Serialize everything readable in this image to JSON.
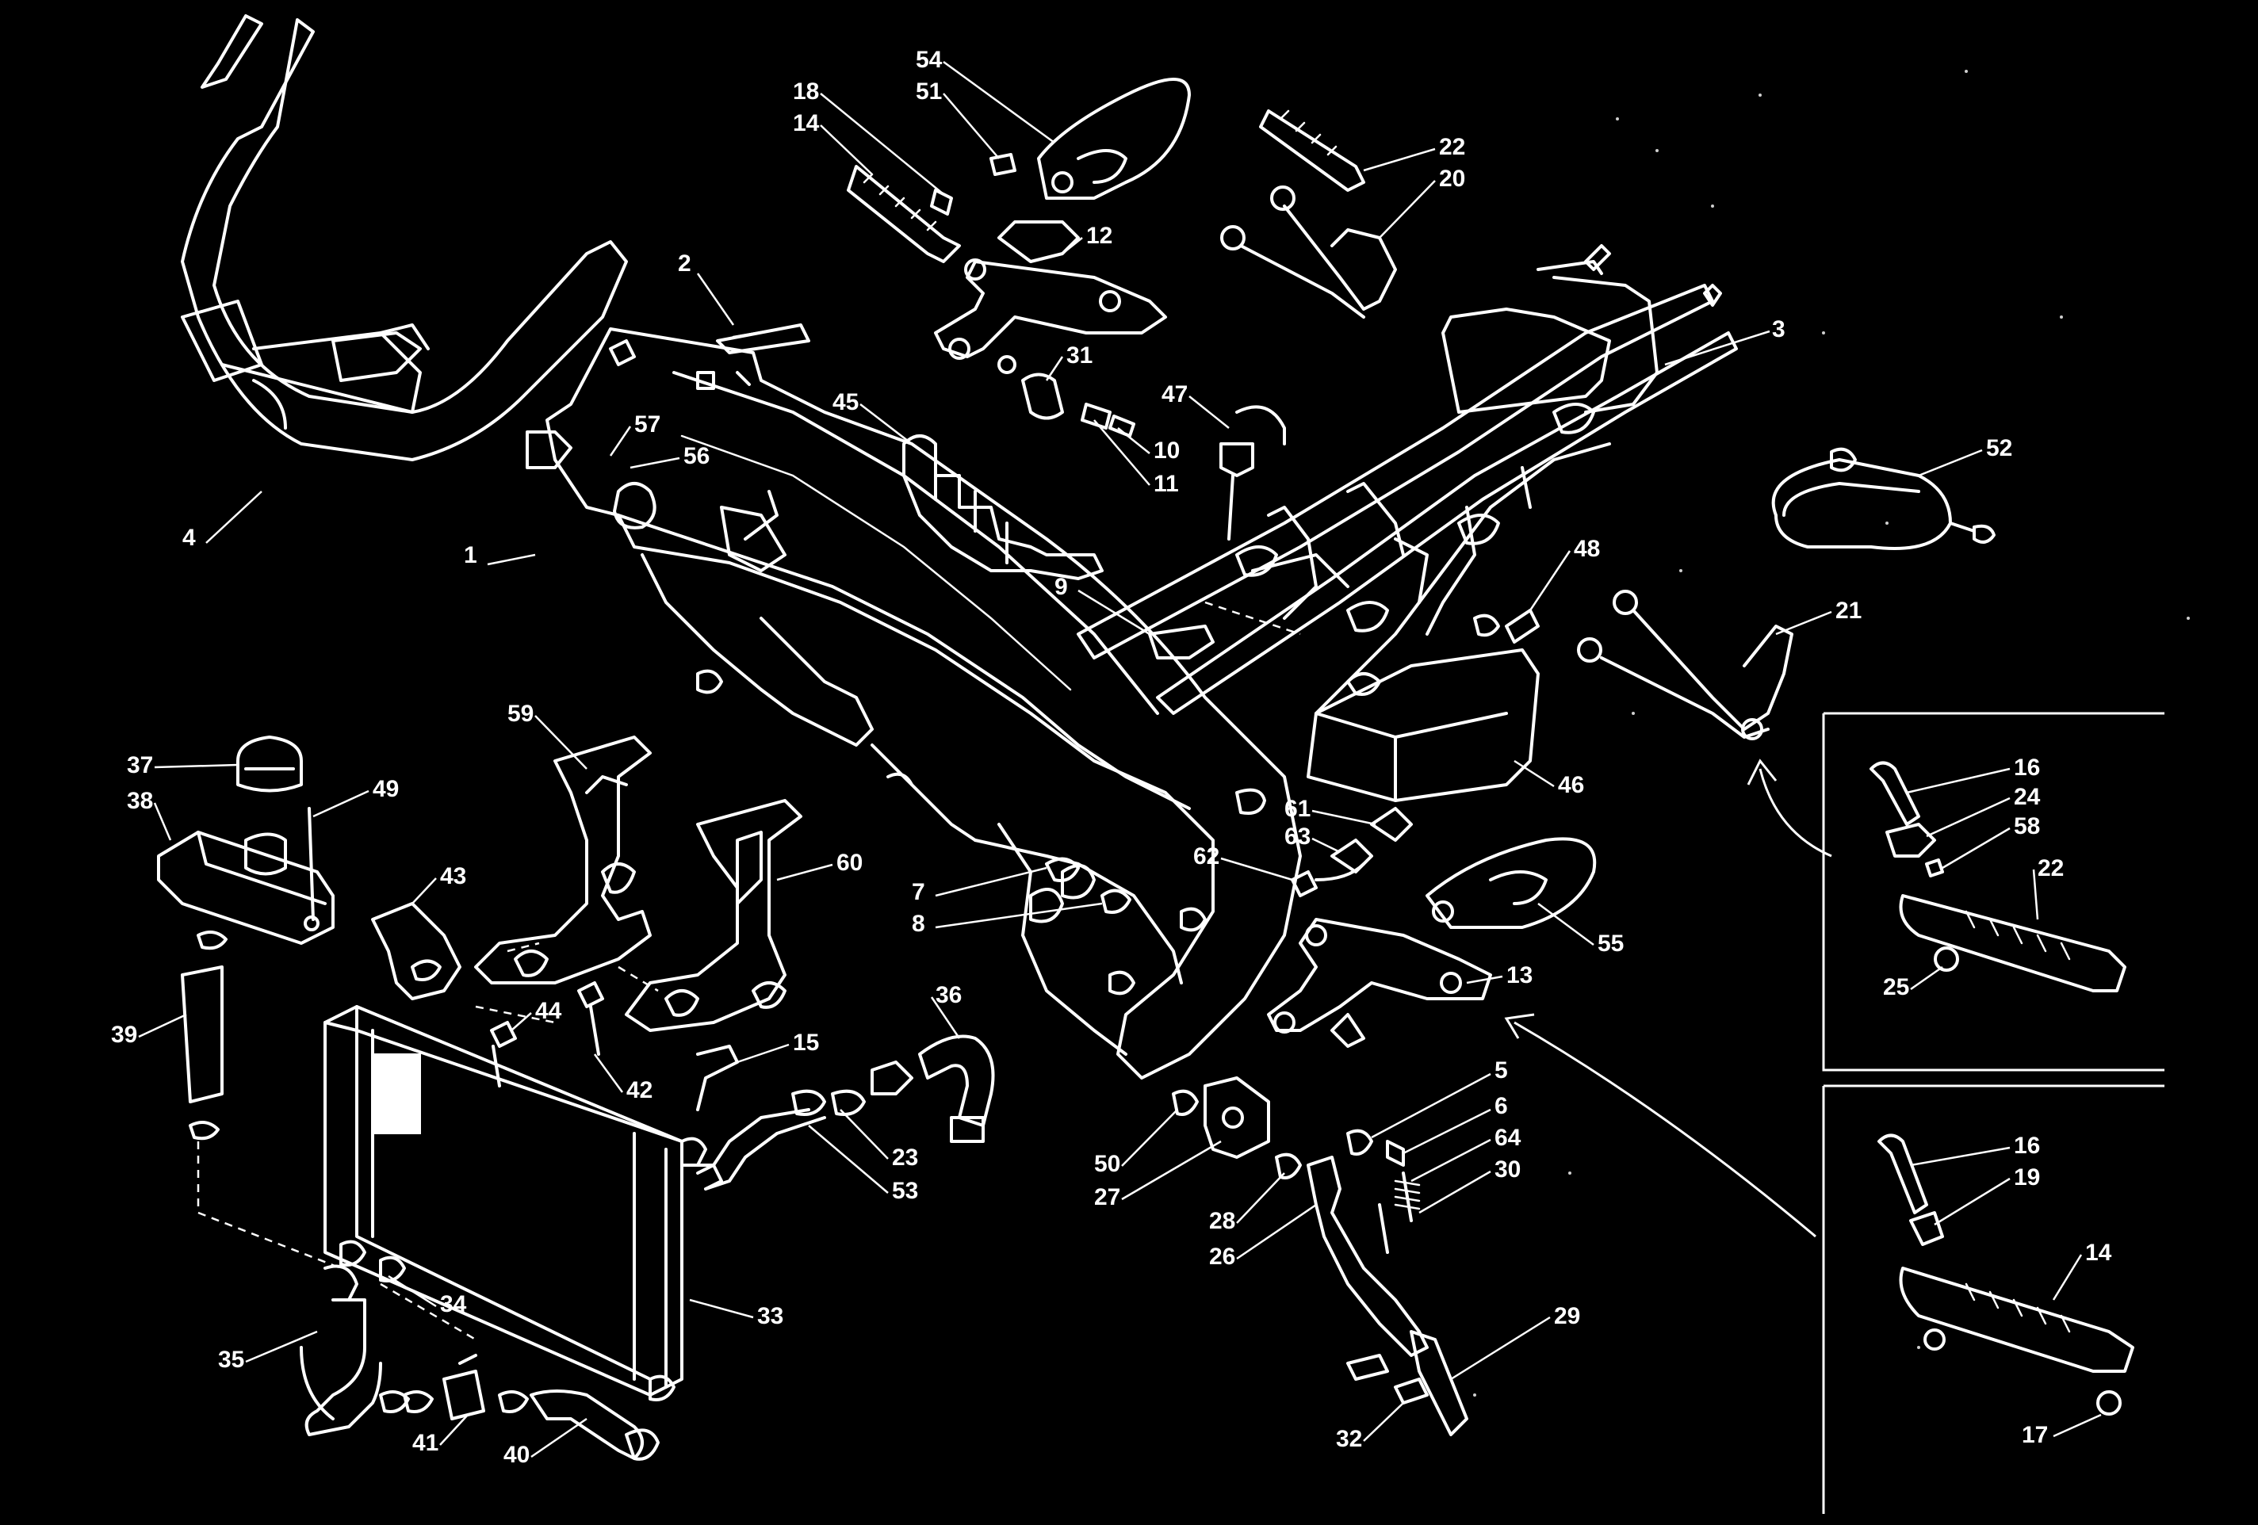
{
  "callouts": [
    {
      "id": "c1",
      "label": "1"
    },
    {
      "id": "c2",
      "label": "2"
    },
    {
      "id": "c3",
      "label": "3"
    },
    {
      "id": "c4",
      "label": "4"
    },
    {
      "id": "c5",
      "label": "5"
    },
    {
      "id": "c6",
      "label": "6"
    },
    {
      "id": "c7",
      "label": "7"
    },
    {
      "id": "c8",
      "label": "8"
    },
    {
      "id": "c9",
      "label": "9"
    },
    {
      "id": "c10",
      "label": "10"
    },
    {
      "id": "c11",
      "label": "11"
    },
    {
      "id": "c12",
      "label": "12"
    },
    {
      "id": "c13",
      "label": "13"
    },
    {
      "id": "c14a",
      "label": "14"
    },
    {
      "id": "c14b",
      "label": "14"
    },
    {
      "id": "c15",
      "label": "15"
    },
    {
      "id": "c16a",
      "label": "16"
    },
    {
      "id": "c16b",
      "label": "16"
    },
    {
      "id": "c17",
      "label": "17"
    },
    {
      "id": "c18",
      "label": "18"
    },
    {
      "id": "c19",
      "label": "19"
    },
    {
      "id": "c20",
      "label": "20"
    },
    {
      "id": "c21",
      "label": "21"
    },
    {
      "id": "c22a",
      "label": "22"
    },
    {
      "id": "c22b",
      "label": "22"
    },
    {
      "id": "c23",
      "label": "23"
    },
    {
      "id": "c24",
      "label": "24"
    },
    {
      "id": "c25",
      "label": "25"
    },
    {
      "id": "c26",
      "label": "26"
    },
    {
      "id": "c27",
      "label": "27"
    },
    {
      "id": "c28",
      "label": "28"
    },
    {
      "id": "c29",
      "label": "29"
    },
    {
      "id": "c30",
      "label": "30"
    },
    {
      "id": "c31",
      "label": "31"
    },
    {
      "id": "c32",
      "label": "32"
    },
    {
      "id": "c33",
      "label": "33"
    },
    {
      "id": "c34",
      "label": "34"
    },
    {
      "id": "c35",
      "label": "35"
    },
    {
      "id": "c36",
      "label": "36"
    },
    {
      "id": "c37",
      "label": "37"
    },
    {
      "id": "c38",
      "label": "38"
    },
    {
      "id": "c39",
      "label": "39"
    },
    {
      "id": "c40",
      "label": "40"
    },
    {
      "id": "c41",
      "label": "41"
    },
    {
      "id": "c42",
      "label": "42"
    },
    {
      "id": "c43",
      "label": "43"
    },
    {
      "id": "c44",
      "label": "44"
    },
    {
      "id": "c45",
      "label": "45"
    },
    {
      "id": "c46",
      "label": "46"
    },
    {
      "id": "c47",
      "label": "47"
    },
    {
      "id": "c48",
      "label": "48"
    },
    {
      "id": "c49",
      "label": "49"
    },
    {
      "id": "c50",
      "label": "50"
    },
    {
      "id": "c51",
      "label": "51"
    },
    {
      "id": "c52",
      "label": "52"
    },
    {
      "id": "c53",
      "label": "53"
    },
    {
      "id": "c54",
      "label": "54"
    },
    {
      "id": "c55",
      "label": "55"
    },
    {
      "id": "c56",
      "label": "56"
    },
    {
      "id": "c57",
      "label": "57"
    },
    {
      "id": "c58",
      "label": "58"
    },
    {
      "id": "c59",
      "label": "59"
    },
    {
      "id": "c60",
      "label": "60"
    },
    {
      "id": "c61",
      "label": "61"
    },
    {
      "id": "c62",
      "label": "62"
    },
    {
      "id": "c63",
      "label": "63"
    },
    {
      "id": "c64",
      "label": "64"
    }
  ]
}
